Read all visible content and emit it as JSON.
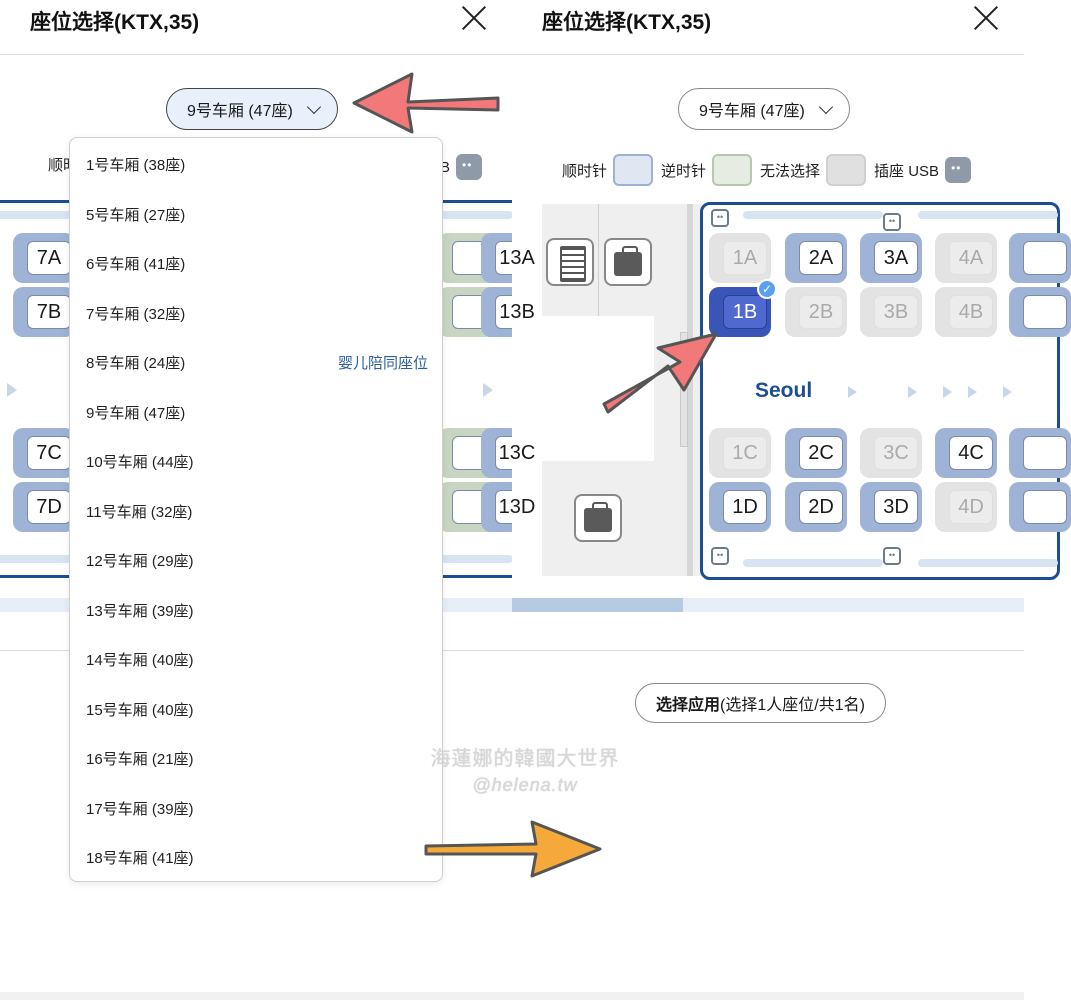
{
  "left_panel": {
    "title": "座位选择(KTX,35)",
    "car_selector": "9号车厢 (47座)",
    "legend_partial": {
      "left": "顺时",
      "right": "B"
    },
    "seats": [
      "7A",
      "7B",
      "7C",
      "7D",
      "13A",
      "13B",
      "13C",
      "13D"
    ],
    "dropdown": {
      "items": [
        "1号车厢 (38座)",
        "5号车厢 (27座)",
        "6号车厢 (41座)",
        "7号车厢 (32座)",
        "8号车厢 (24座)",
        "9号车厢 (47座)",
        "10号车厢 (44座)",
        "11号车厢 (32座)",
        "12号车厢 (29座)",
        "13号车厢 (39座)",
        "14号车厢 (40座)",
        "15号车厢 (40座)",
        "16号车厢 (21座)",
        "17号车厢 (39座)",
        "18号车厢 (41座)"
      ],
      "note": "婴儿陪同座位"
    }
  },
  "right_panel": {
    "title": "座位选择(KTX,35)",
    "car_selector": "9号车厢 (47座)",
    "legend": {
      "clockwise": "顺时针",
      "counterclockwise": "逆时针",
      "unavailable": "无法选择",
      "usb": "插座 USB"
    },
    "destination": "Seoul",
    "seats": {
      "row_a": [
        "1A",
        "2A",
        "3A",
        "4A"
      ],
      "row_b": [
        "1B",
        "2B",
        "3B",
        "4B"
      ],
      "row_c": [
        "1C",
        "2C",
        "3C",
        "4C"
      ],
      "row_d": [
        "1D",
        "2D",
        "3D",
        "4D"
      ]
    },
    "apply_button": {
      "bold": "选择应用",
      "rest": "(选择1人座位/共1名)"
    }
  },
  "watermark": {
    "name": "海蓮娜的韓國大世界",
    "handle": "@helena.tw"
  },
  "colors": {
    "train_border": "#1b4f8f",
    "seat_clockwise": "#9fb3d6",
    "seat_counterclockwise": "#c9d5c3",
    "seat_unavailable": "#e3e3e3",
    "seat_selected": "#3a55b8",
    "arrow_red": "#f2787a",
    "arrow_orange": "#f5a93a"
  }
}
